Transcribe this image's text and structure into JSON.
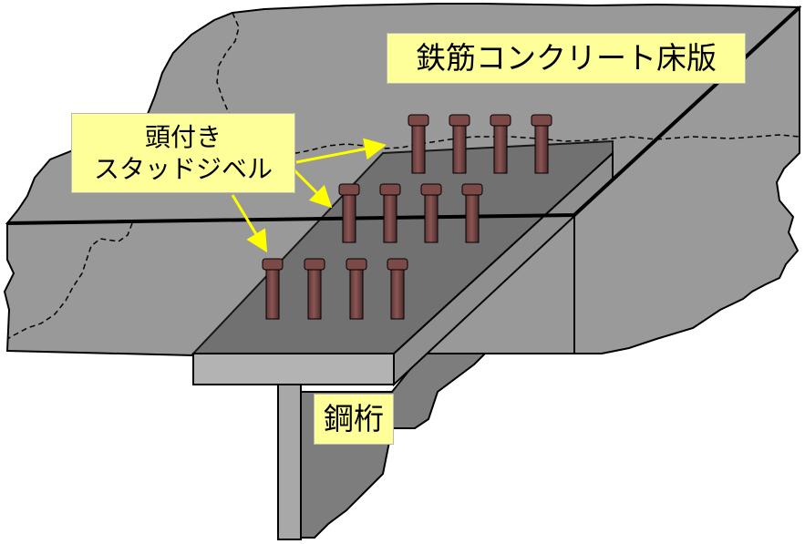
{
  "labels": {
    "slab": "鉄筋コンクリート床版",
    "stud_line1": "頭付き",
    "stud_line2": "スタッドジベル",
    "girder": "鋼桁"
  },
  "colors": {
    "concrete": "#999999",
    "concrete_side": "#8c8c8c",
    "concrete_dark": "#7a7a7a",
    "flange": "#b3b3b3",
    "contact_plate": "#666666",
    "stud": "#7b4a47",
    "stud_dark": "#4d2b2b",
    "arrow": "#ffff00",
    "label_bg": "#ffff99"
  },
  "icons": {
    "stud": "headed-stud-shape",
    "arrow": "yellow-pointer-arrow"
  }
}
